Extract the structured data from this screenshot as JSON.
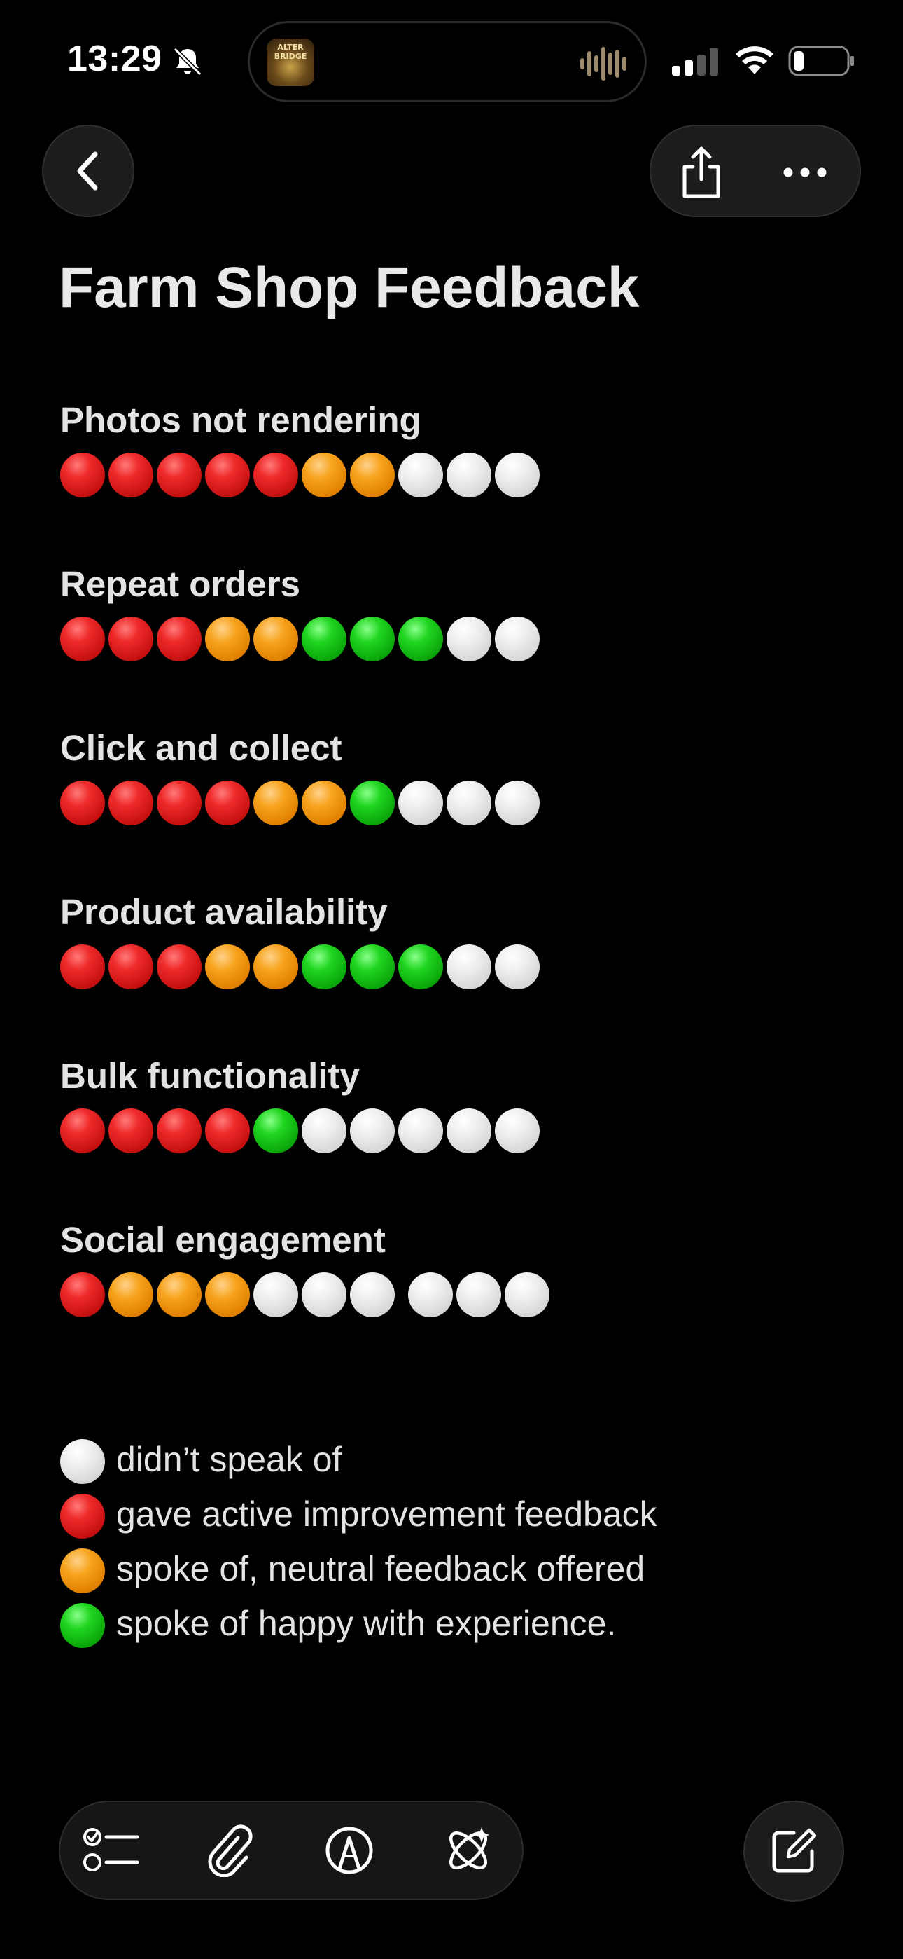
{
  "status_bar": {
    "time": "13:29",
    "album_art_text": "ALTER BRIDGE",
    "icons": [
      "bell-slash-icon",
      "waveform-icon",
      "cellular-signal-icon",
      "wifi-icon",
      "battery-icon"
    ]
  },
  "nav": {
    "back_icon": "chevron-left-icon",
    "share_icon": "share-icon",
    "more_icon": "ellipsis-icon"
  },
  "note": {
    "title": "Farm Shop Feedback",
    "sections": [
      {
        "title": "Photos not rendering",
        "dots": [
          "red",
          "red",
          "red",
          "red",
          "red",
          "orange",
          "orange",
          "white",
          "white",
          "white"
        ]
      },
      {
        "title": "Repeat orders",
        "dots": [
          "red",
          "red",
          "red",
          "orange",
          "orange",
          "green",
          "green",
          "green",
          "white",
          "white"
        ]
      },
      {
        "title": "Click and collect",
        "dots": [
          "red",
          "red",
          "red",
          "red",
          "orange",
          "orange",
          "green",
          "white",
          "white",
          "white"
        ]
      },
      {
        "title": "Product availability",
        "dots": [
          "red",
          "red",
          "red",
          "orange",
          "orange",
          "green",
          "green",
          "green",
          "white",
          "white"
        ]
      },
      {
        "title": "Bulk functionality",
        "dots": [
          "red",
          "red",
          "red",
          "red",
          "green",
          "white",
          "white",
          "white",
          "white",
          "white"
        ]
      },
      {
        "title": "Social engagement",
        "dots": [
          "red",
          "orange",
          "orange",
          "orange",
          "white",
          "white",
          "white",
          "white",
          "white",
          "white"
        ]
      }
    ],
    "legend": [
      {
        "color": "white",
        "text": "didn’t speak of"
      },
      {
        "color": "red",
        "text": "gave active improvement feedback"
      },
      {
        "color": "orange",
        "text": "spoke of, neutral feedback offered"
      },
      {
        "color": "green",
        "text": "spoke of happy with experience."
      }
    ]
  },
  "toolbar": {
    "tools": [
      "checklist-icon",
      "paperclip-icon",
      "markup-pen-icon",
      "apple-intelligence-icon"
    ],
    "compose_icon": "compose-icon"
  },
  "colors": {
    "background": "#000000",
    "red": "#e12222",
    "orange": "#f29312",
    "green": "#14c014",
    "white": "#e6e6e6"
  }
}
